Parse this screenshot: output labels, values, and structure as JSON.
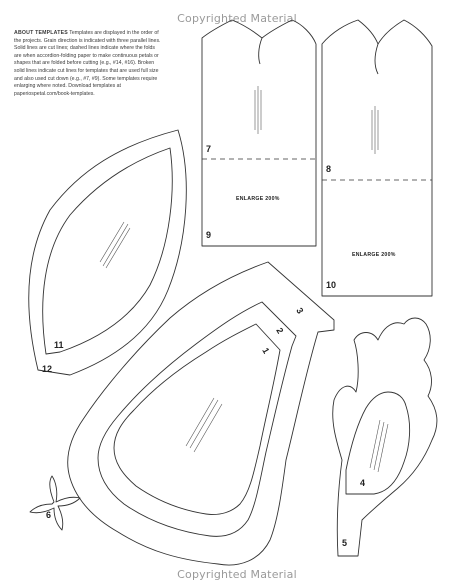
{
  "watermark_top": "Copyrighted Material",
  "watermark_bottom": "Copyrighted Material",
  "about": {
    "heading": "ABOUT TEMPLATES",
    "body": "Templates are displayed in the order of the projects. Grain direction is indicated with three parallel lines. Solid lines are cut lines; dashed lines indicate where the folds are when accordion-folding paper to make continuous petals or shapes that are folded before cutting (e.g., #14, #16). Broken solid lines indicate cut lines for templates that are used full size and also used cut down (e.g., #7, #9). Some templates require enlarging where noted. Download templates at paperiospetal.com/book-templates."
  },
  "enlarge_a": "ENLARGE 200%",
  "enlarge_b": "ENLARGE 200%",
  "labels": {
    "n1": "1",
    "n2": "2",
    "n3": "3",
    "n4": "4",
    "n5": "5",
    "n6": "6",
    "n7": "7",
    "n8": "8",
    "n9": "9",
    "n10": "10",
    "n11": "11",
    "n12": "12"
  }
}
